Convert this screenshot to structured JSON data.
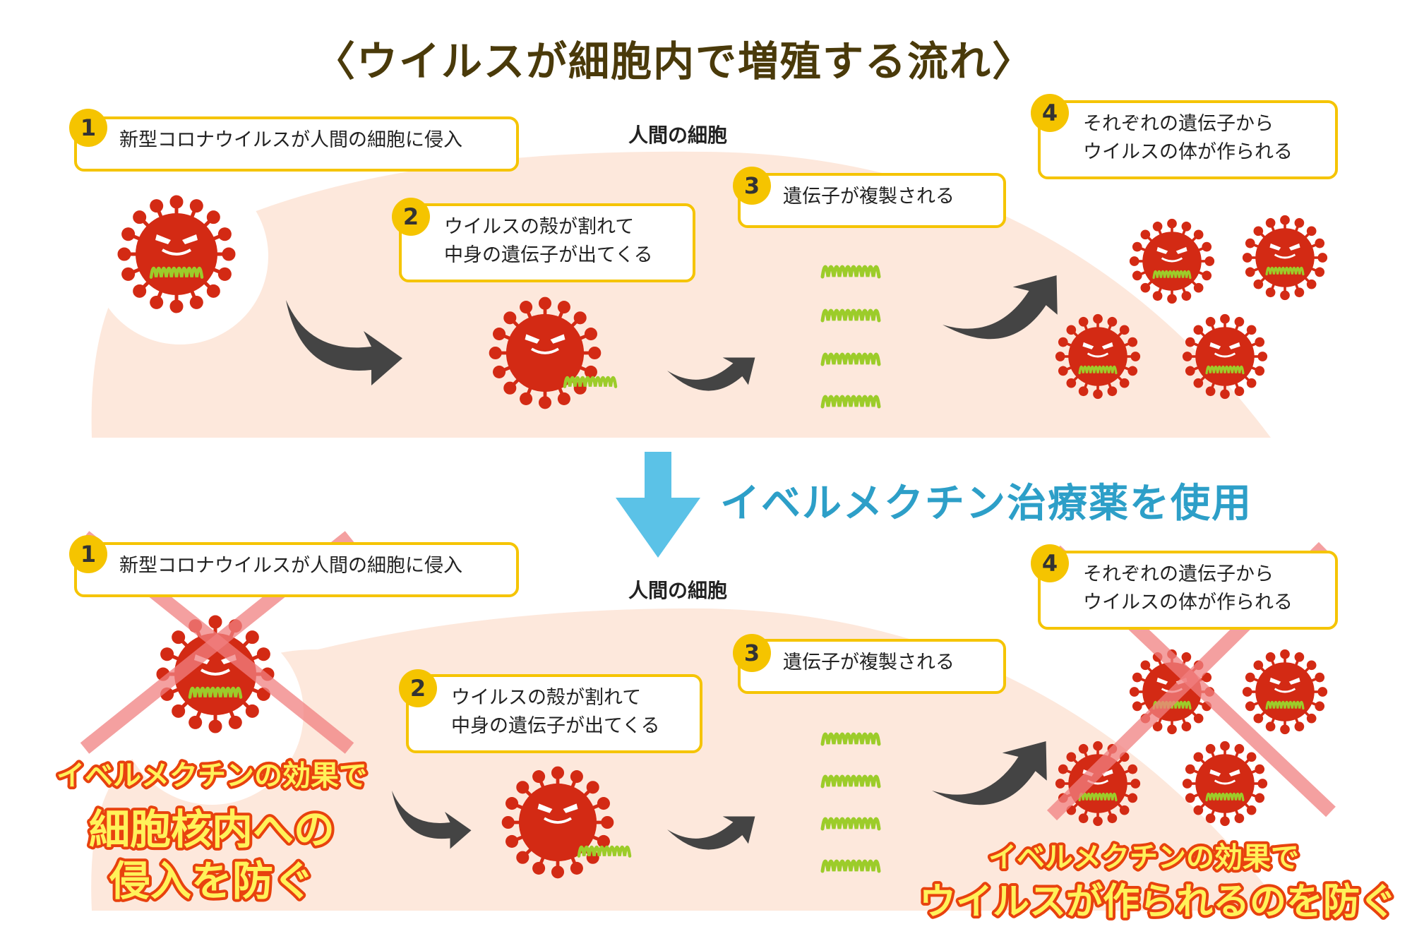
{
  "title": "〈ウイルスが細胞内で増殖する流れ〉",
  "cell_label": "人間の細胞",
  "steps": [
    {
      "num": "1",
      "lines": [
        "新型コロナウイルスが人間の細胞に侵入"
      ]
    },
    {
      "num": "2",
      "lines": [
        "ウイルスの殻が割れて",
        "中身の遺伝子が出てくる"
      ]
    },
    {
      "num": "3",
      "lines": [
        "遺伝子が複製される"
      ]
    },
    {
      "num": "4",
      "lines": [
        "それぞれの遺伝子から",
        "ウイルスの体が作られる"
      ]
    }
  ],
  "middle_label": "イベルメクチン治療薬を使用",
  "effect_left": {
    "line1": "イベルメクチンの効果で",
    "line2": "細胞核内への",
    "line3": "侵入を防ぐ"
  },
  "effect_right": {
    "line1": "イベルメクチンの効果で",
    "line2": "ウイルスが作られるのを防ぐ"
  },
  "colors": {
    "cell": "#fde8dc",
    "virus": "#d32a14",
    "gene": "#9ccc2a",
    "step_border": "#f5c400",
    "arrow": "#444444",
    "down_arrow": "#5bc2e7",
    "cross": "#f08080",
    "effect_fill": "#fff25a",
    "effect_stroke": "#e8420e"
  }
}
